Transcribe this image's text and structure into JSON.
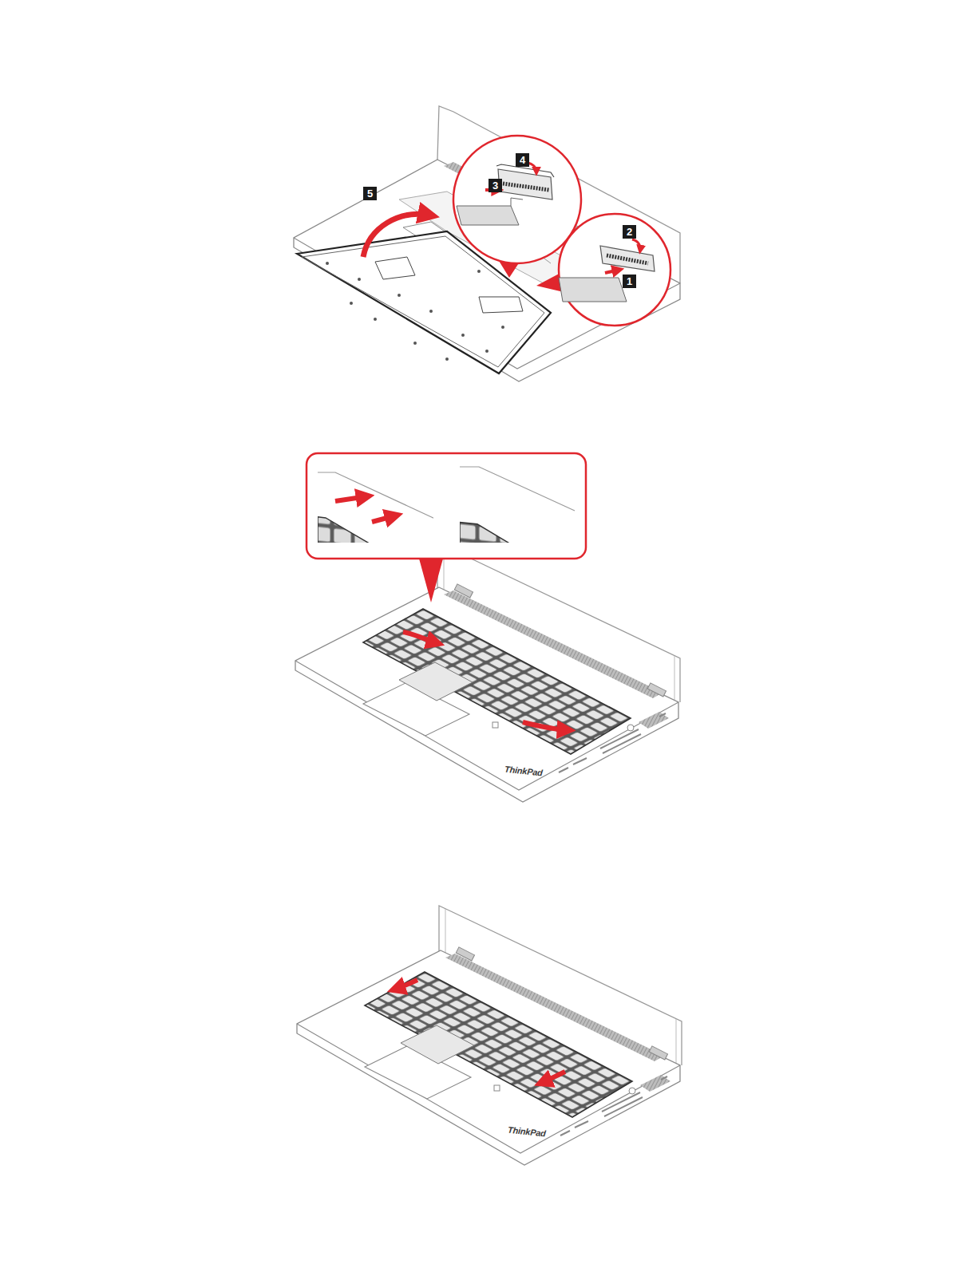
{
  "diagram": {
    "labels": [
      "4",
      "3",
      "5",
      "2",
      "1",
      "ThinkPad",
      "ThinkPad"
    ]
  }
}
